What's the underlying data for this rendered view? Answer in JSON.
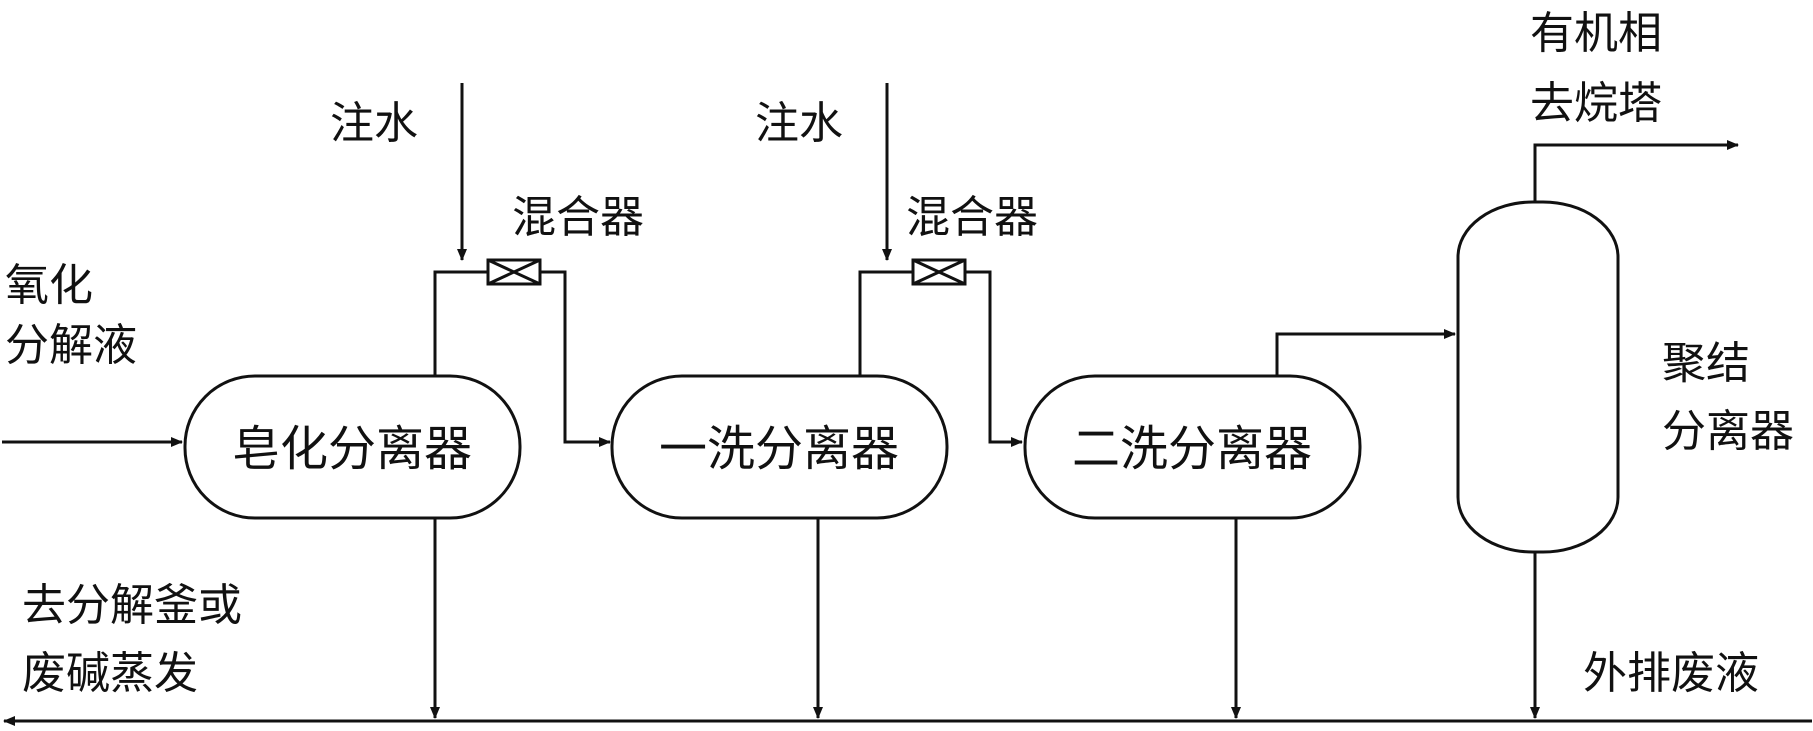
{
  "labels": {
    "feed": [
      "氧化",
      "分解液"
    ],
    "water_1": "注水",
    "water_2": "注水",
    "mixer_1": "混合器",
    "mixer_2": "混合器",
    "organic_out": [
      "有机相",
      "去烷塔"
    ],
    "coalescer": [
      "聚结",
      "分离器"
    ],
    "to_decomposer": [
      "去分解釜或",
      "废碱蒸发"
    ],
    "waste_out": "外排废液"
  },
  "vessels": {
    "saponification": "皂化分离器",
    "wash_1": "一洗分离器",
    "wash_2": "二洗分离器"
  }
}
